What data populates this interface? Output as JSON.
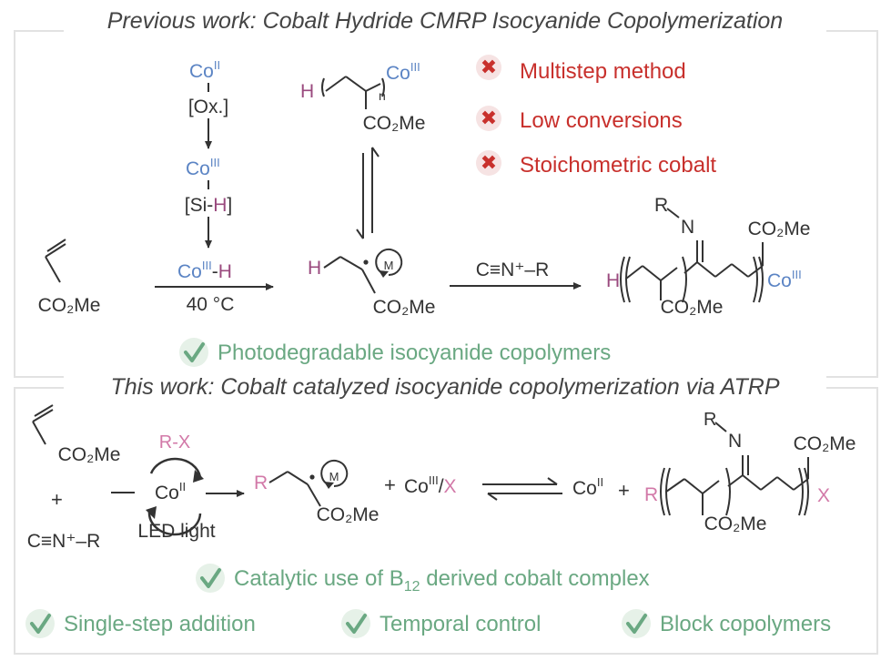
{
  "colors": {
    "text": "#333333",
    "cobalt": "#5b84c4",
    "hydrogen": "#9a4a7e",
    "pink": "#d279a8",
    "red": "#c8302c",
    "green": "#6aa882",
    "red_badge": "#f6e3e3",
    "green_badge": "#e6f1e8",
    "border": "#dcdcdc"
  },
  "previous": {
    "title": "Previous work: Cobalt Hydride CMRP Isocyanide Copolymerization",
    "co_ii": "Co",
    "co_ii_sup": "II",
    "oxidant": "[Ox.]",
    "co_iii": "Co",
    "co_iii_sup": "III",
    "silane_a": "[Si-",
    "silane_h": "H",
    "silane_b": "]",
    "monomer_label": "CO₂Me",
    "hydride_co": "Co",
    "hydride_sup": "III",
    "hydride_dash": "-",
    "hydride_h": "H",
    "temperature": "40 °C",
    "radical_h": "H",
    "radical_ester": "CO₂Me",
    "radical_m": "M",
    "dormant_h": "H",
    "dormant_n": "n",
    "dormant_co": "Co",
    "dormant_sup": "III",
    "dormant_ester": "CO₂Me",
    "isocyanide": "C≡N⁺–R",
    "polymer_r": "R",
    "polymer_n": "N",
    "polymer_ester_top": "CO₂Me",
    "polymer_ester_bottom": "CO₂Me",
    "polymer_h": "H",
    "polymer_co": "Co",
    "polymer_sup": "III",
    "cons": [
      {
        "label": "Multistep method"
      },
      {
        "label": "Low conversions"
      },
      {
        "label": "Stoichometric cobalt"
      }
    ],
    "pro": "Photodegradable isocyanide copolymers"
  },
  "this_work": {
    "title": "This work: Cobalt catalyzed isocyanide copolymerization via ATRP",
    "monomer_label": "CO₂Me",
    "plus": "+",
    "isocyanide": "C≡N⁺–R",
    "rx": "R-X",
    "catalyst_co": "Co",
    "catalyst_sup": "II",
    "led": "LED light",
    "radical_r": "R",
    "radical_m": "M",
    "radical_ester": "CO₂Me",
    "plus2": "+",
    "coiii_x_co": "Co",
    "coiii_x_sup": "III",
    "coiii_x_slash": "/",
    "coiii_x_x": "X",
    "coii_co": "Co",
    "coii_sup": "II",
    "plus3": "+",
    "polymer_r": "R",
    "polymer_rn": "R",
    "polymer_n": "N",
    "polymer_ester_top": "CO₂Me",
    "polymer_ester_bottom": "CO₂Me",
    "polymer_x": "X",
    "pros": [
      {
        "label_a": "Catalytic use of B",
        "label_sub": "12",
        "label_b": " derived cobalt complex"
      },
      {
        "label_a": "Single-step addition"
      },
      {
        "label_a": "Temporal control"
      },
      {
        "label_a": "Block copolymers"
      }
    ]
  }
}
